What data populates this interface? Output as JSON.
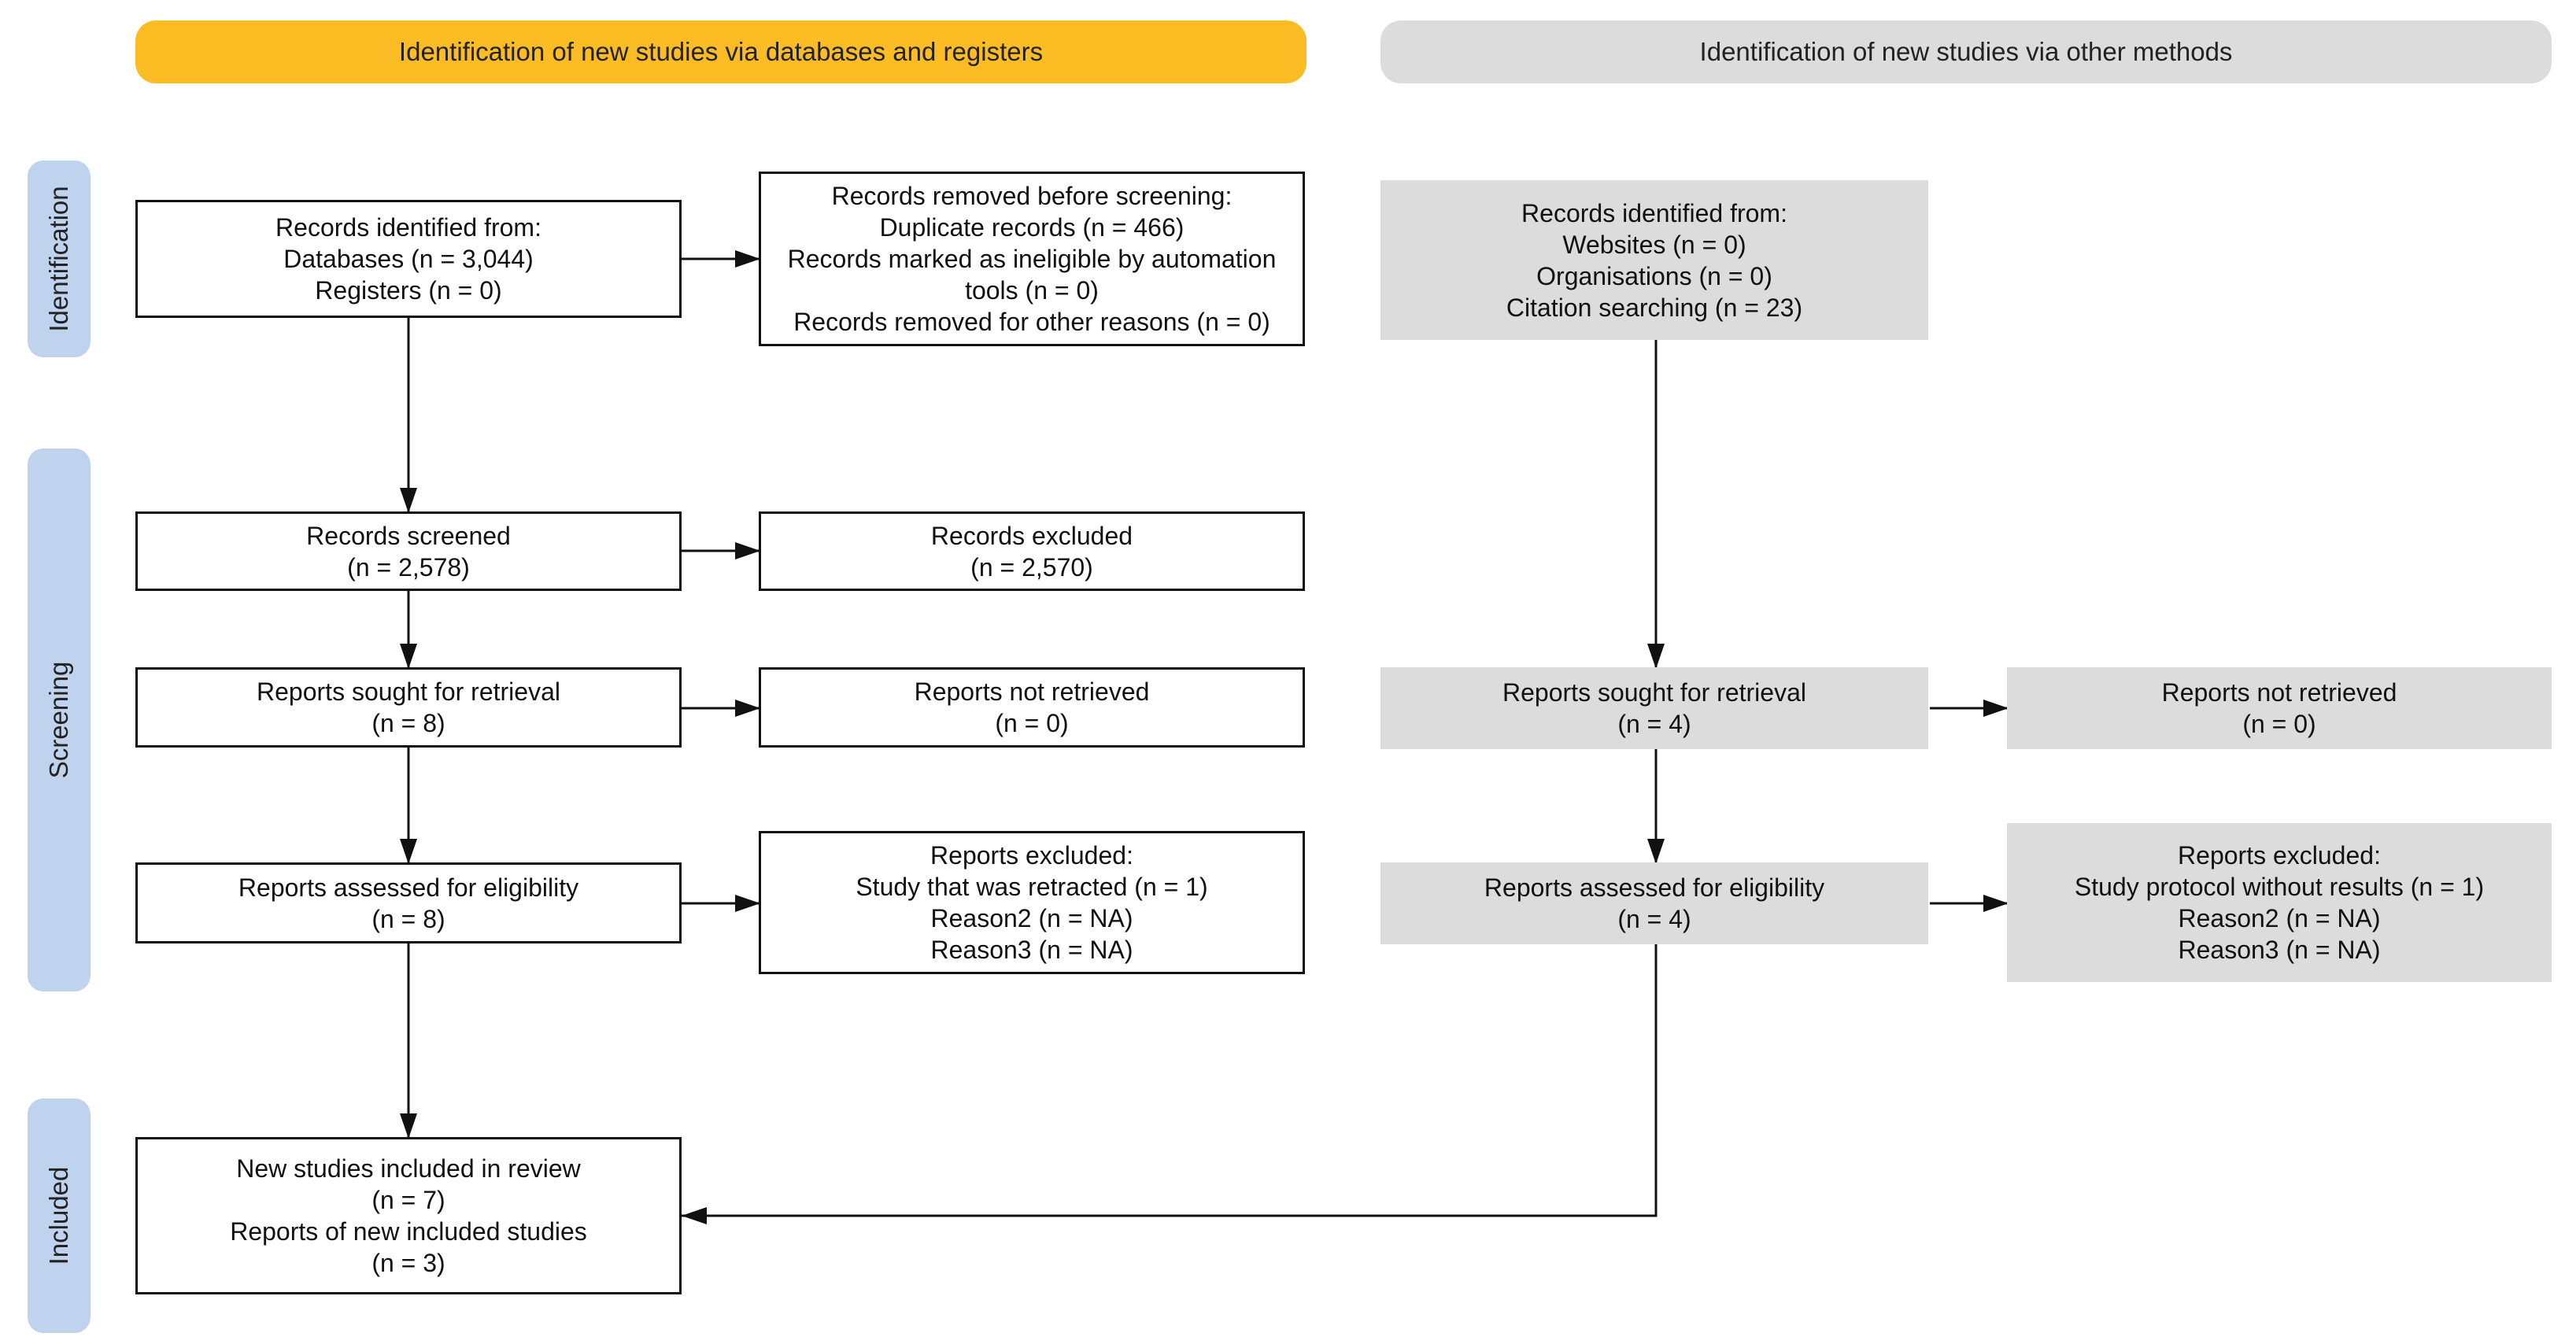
{
  "headers": {
    "databases": "Identification of new studies via databases and registers",
    "other": "Identification of new studies via other methods"
  },
  "phases": {
    "identification": "Identification",
    "screening": "Screening",
    "included": "Included"
  },
  "databases": {
    "identified": [
      "Records identified from:",
      "Databases (n = 3,044)",
      "Registers (n = 0)"
    ],
    "removed": [
      "Records removed before screening:",
      "Duplicate records (n = 466)",
      "Records marked as ineligible by automation",
      "tools (n = 0)",
      "Records removed for other reasons (n = 0)"
    ],
    "screened": [
      "Records screened",
      "(n = 2,578)"
    ],
    "excluded": [
      "Records excluded",
      "(n = 2,570)"
    ],
    "sought": [
      "Reports sought for retrieval",
      "(n = 8)"
    ],
    "not_retrieved": [
      "Reports not retrieved",
      "(n = 0)"
    ],
    "assessed": [
      "Reports assessed for eligibility",
      "(n = 8)"
    ],
    "reports_excluded": [
      "Reports excluded:",
      "Study that was retracted (n = 1)",
      "Reason2 (n = NA)",
      "Reason3 (n = NA)"
    ],
    "included": [
      "New studies included in review",
      "(n = 7)",
      "Reports of new included studies",
      "(n = 3)"
    ]
  },
  "other": {
    "identified": [
      "Records identified from:",
      "Websites (n = 0)",
      "Organisations (n = 0)",
      "Citation searching (n = 23)"
    ],
    "sought": [
      "Reports sought for retrieval",
      "(n = 4)"
    ],
    "not_retrieved": [
      "Reports not retrieved",
      "(n = 0)"
    ],
    "assessed": [
      "Reports assessed for eligibility",
      "(n = 4)"
    ],
    "reports_excluded": [
      "Reports excluded:",
      "Study protocol without results (n = 1)",
      "Reason2 (n = NA)",
      "Reason3 (n = NA)"
    ]
  }
}
